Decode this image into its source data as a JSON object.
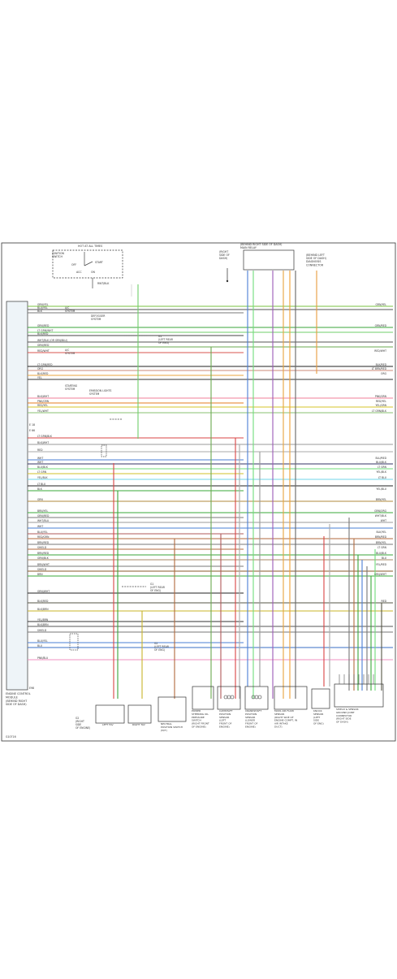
{
  "diagram": {
    "left_module": [
      "ENGINE CONTROL",
      "MODULE",
      "(BEHIND RIGHT",
      "SIDE OF DASH)"
    ],
    "ignition": {
      "top": [
        "HOT AT ALL TIMES"
      ],
      "left": [
        "IGNITION",
        "SWITCH"
      ],
      "off": "OFF",
      "start": "START",
      "acc": "ACC",
      "on": "ON",
      "wire": "RWT/BLK"
    },
    "fuse_top": [
      "(BEHIND RIGHT SIDE OF DASH)",
      "MAIN RELAY"
    ],
    "right_side_dash": [
      "(RIGHT",
      "SIDE OF",
      "DASH)"
    ],
    "connector_right": [
      "(BEHIND LEFT",
      "SIDE OF DASH)",
      "DIAGNOSIS",
      "CONNECTOR"
    ],
    "wire_labels_left": [
      "GRN/YEL",
      "BLU/YEL",
      "BLK",
      "GRN/RED",
      "LT GRN/WHT",
      "BLK/RED",
      "WHT/BLK (OR GRN/BLU)",
      "GRN/RED",
      "RED/WHT",
      "LT GRN/RED",
      "ORG",
      "BLK/RED",
      "YEL",
      "BLK/WHT",
      "PNK/GRN",
      "RED/YEL",
      "YEL/WHT",
      "LT GRN/BLK",
      "BLK/WHT",
      "RED",
      "WHT",
      "WHT",
      "BLU/BLK",
      "LT GRN",
      "YEL/BLK",
      "LT BLU",
      "BLK",
      "GRN",
      "BRN/YEL",
      "GRN/RED",
      "WHT/BLU",
      "WHT",
      "BLU/YEL",
      "RED/GRN",
      "BRN/RED",
      "SHIELD",
      "BRN/RED",
      "GRN/BLK",
      "BRN/WHT",
      "SHIELD",
      "BRN",
      "GRN/WHT",
      "BLK/RED",
      "BLK/BRN",
      "YEL/BRN",
      "BLK/BRN",
      "SHIELD",
      "BLU/YEL",
      "BLU",
      "PNK/BLU"
    ],
    "wire_labels_right": [
      "GRN/YEL",
      "GRN/RED",
      "RED/WHT",
      "BLK/RED",
      "LT BRN/RED",
      "ORG",
      "PNK/GRN",
      "RED/YEL",
      "YEL/GRN",
      "LT GRN/BLK",
      "BLU/RED",
      "BLU/BLK",
      "LT GRN",
      "YEL/BLK",
      "LT BLU",
      "YEL/BLU",
      "BRN/YEL",
      "GRN/ORG",
      "WHT/BLK",
      "WHT",
      "BLK/YEL",
      "BRN/RED",
      "BRN/YEL",
      "LT GRN",
      "BLU/BLK",
      "BLU",
      "YEL/RED",
      "GRN/WHT",
      "RED",
      "BLU/WHT"
    ],
    "systems": [
      [
        "A/C",
        "SYSTEM"
      ],
      [
        "DEFOGGER",
        "SYSTEM"
      ],
      [
        "A/C",
        "SYSTEM"
      ],
      [
        "STARTING",
        "SYSTEM"
      ],
      [
        "EMISSION LIGHTS",
        "SYSTEM"
      ]
    ],
    "grounds": [
      [
        "G1",
        "(LEFT REAR",
        "OF ENG)"
      ],
      [
        "G2",
        "(RIGHT",
        "SIDE",
        "OF ENGINE)"
      ],
      [
        "G2",
        "(LEFT REAR",
        "OF ENG)"
      ],
      [
        "G1",
        "(LEFT REAR",
        "OF ENG)"
      ]
    ],
    "bottom_labels": [
      [
        "LEFT TAV"
      ],
      [
        "RIGHT TAV"
      ],
      [
        "NEUTRAL",
        "POSITION SWITCH",
        "(M/T)"
      ],
      [
        "POWER",
        "STEERING OIL",
        "PRESSURE",
        "SWITCH",
        "(RIGHT FRONT",
        "OF ENGINE)"
      ],
      [
        "CAMSHAFT",
        "POSITION",
        "SENSOR",
        "(LEFT",
        "FRONT OF",
        "ENGINE)"
      ],
      [
        "CRANKSHAFT",
        "POSITION",
        "SENSOR",
        "(LOWER",
        "FRONT OF",
        "ENGINE)"
      ],
      [
        "MASS AIR FLOW",
        "SENSOR",
        "(RIGHT SIDE OF",
        "ENGINE COMPT, IN",
        "AIR INTAKE",
        "DUCT)"
      ],
      [
        "KNOCK",
        "SENSOR",
        "(LEFT",
        "SIDE",
        "OF ENG)"
      ],
      [
        "SHIELD & SENSOR",
        "GROUND JOINT",
        "CONNECTOR",
        "(RIGHT SIDE",
        "OF DASH)"
      ]
    ],
    "terminals_left": [
      "E 18",
      "E 66",
      "E98"
    ],
    "footer_code": "G10716"
  }
}
